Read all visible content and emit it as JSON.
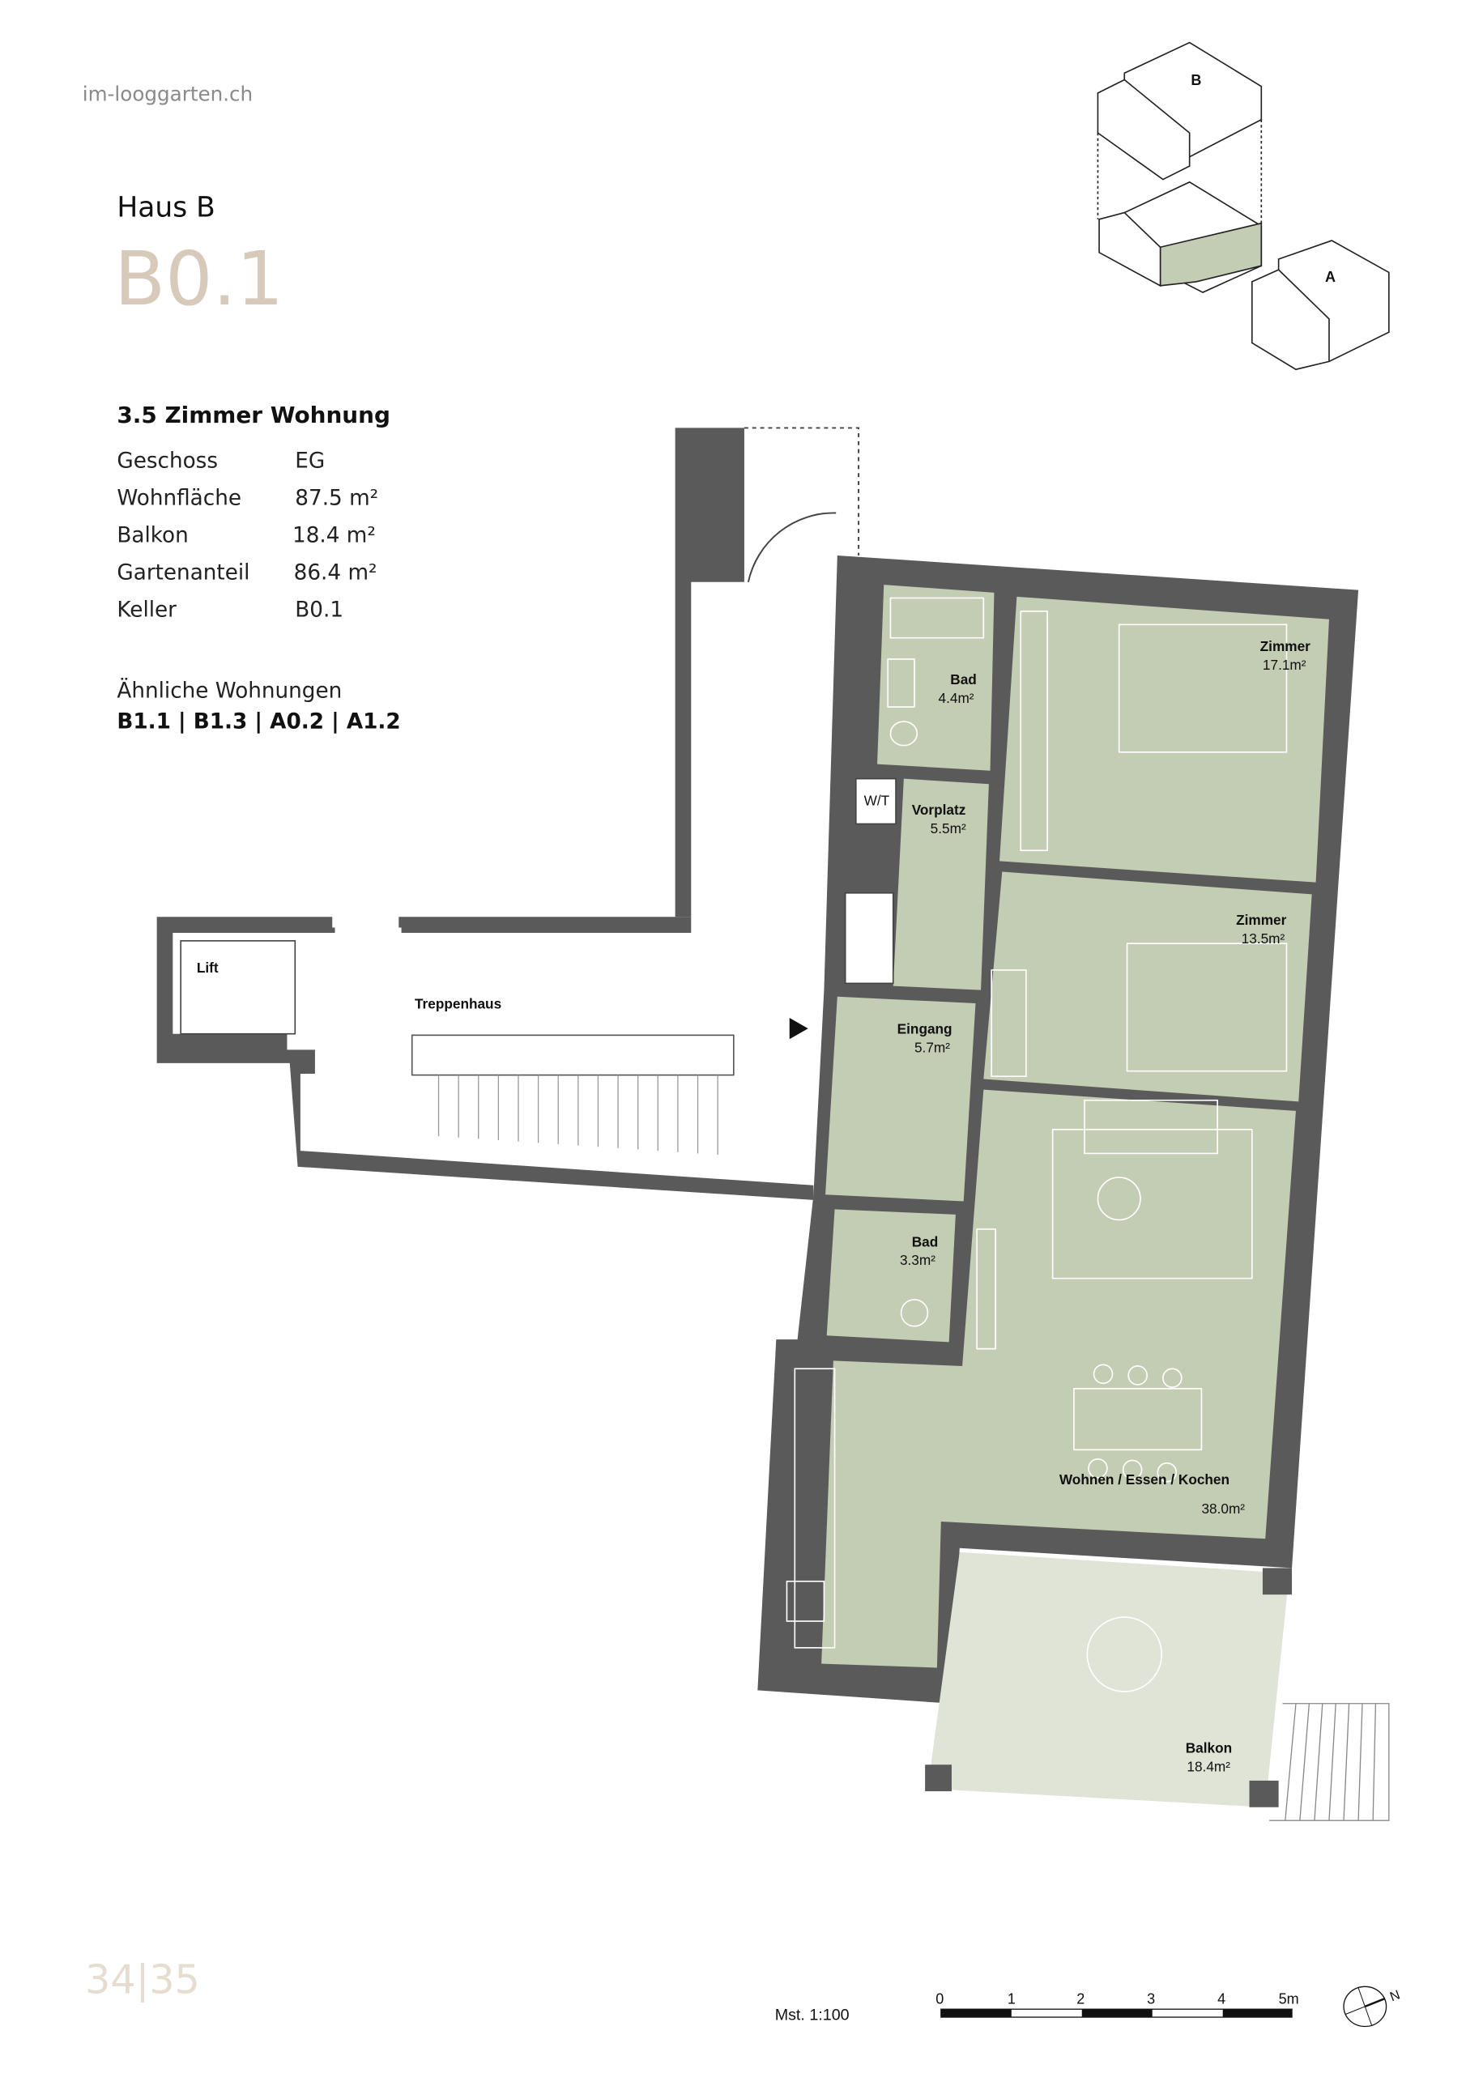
{
  "header": {
    "site": "im-looggarten.ch",
    "house": "Haus B",
    "unit": "B0.1"
  },
  "apartment": {
    "type": "3.5 Zimmer Wohnung",
    "specs": [
      {
        "label": "Geschoss",
        "value": "EG"
      },
      {
        "label": "Wohnfläche",
        "value": "87.5 m²"
      },
      {
        "label": "Balkon",
        "value": "18.4 m²"
      },
      {
        "label": "Gartenanteil",
        "value": "86.4 m²"
      },
      {
        "label": "Keller",
        "value": "B0.1"
      }
    ],
    "similar_label": "Ähnliche Wohnungen",
    "similar_units": "B1.1 | B1.3 | A0.2 | A1.2"
  },
  "isometric": {
    "house_b": "B",
    "house_a": "A"
  },
  "plan": {
    "rooms": [
      {
        "name": "Bad",
        "area": "4.4m²"
      },
      {
        "name": "Zimmer",
        "area": "17.1m²"
      },
      {
        "name": "Vorplatz",
        "area": "5.5m²"
      },
      {
        "name": "Zimmer",
        "area": "13.5m²"
      },
      {
        "name": "Eingang",
        "area": "5.7m²"
      },
      {
        "name": "Bad",
        "area": "3.3m²"
      },
      {
        "name": "Wohnen / Essen / Kochen",
        "area": "38.0m²"
      },
      {
        "name": "Balkon",
        "area": "18.4m²"
      }
    ],
    "wt": "W/T",
    "lift": "Lift",
    "stairwell": "Treppenhaus"
  },
  "footer": {
    "page_numbers": "34|35",
    "scale_label": "Mst. 1:100",
    "scale_ticks": [
      "0",
      "1",
      "2",
      "3",
      "4",
      "5m"
    ],
    "north": "N"
  },
  "colors": {
    "accent": "#d8cabb",
    "room": "#c2cdb3",
    "balcony": "#dfe4d6",
    "wall": "#5a5a5a"
  }
}
